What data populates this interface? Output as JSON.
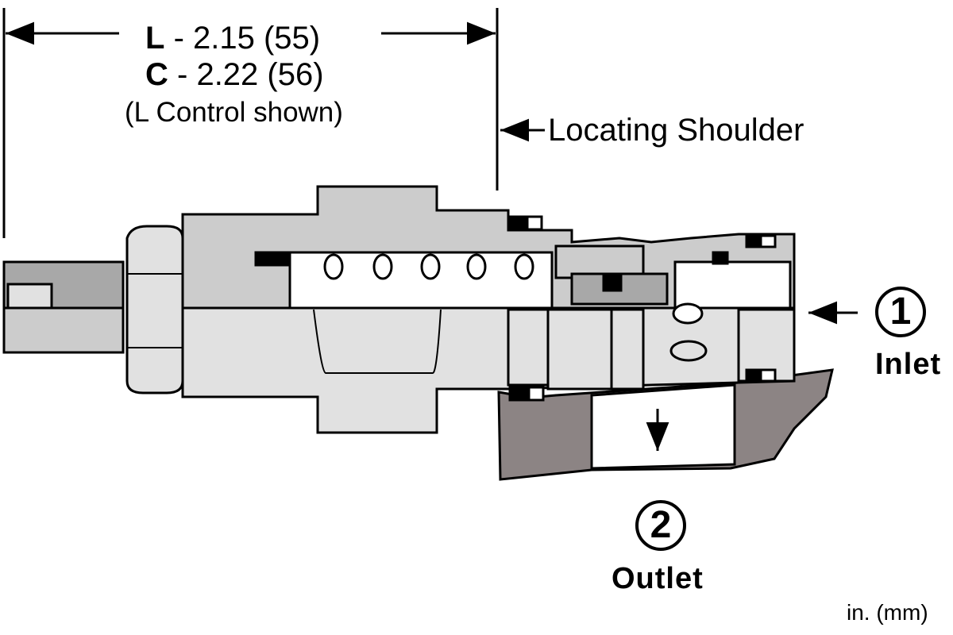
{
  "dimensions": {
    "l_code": "L",
    "l_value": "- 2.15  (55)",
    "c_code": "C",
    "c_value": "- 2.22 (56)",
    "note": "(L Control shown)"
  },
  "callouts": {
    "locating_shoulder": "Locating Shoulder"
  },
  "ports": [
    {
      "number": "1",
      "name": "Inlet"
    },
    {
      "number": "2",
      "name": "Outlet"
    }
  ],
  "units": "in. (mm)",
  "colors": {
    "body_gray": "#cccccc",
    "light_gray": "#e1e1e1",
    "mid_gray": "#a8a8a8",
    "cavity_gray": "#8c8484",
    "ink": "#000000"
  }
}
